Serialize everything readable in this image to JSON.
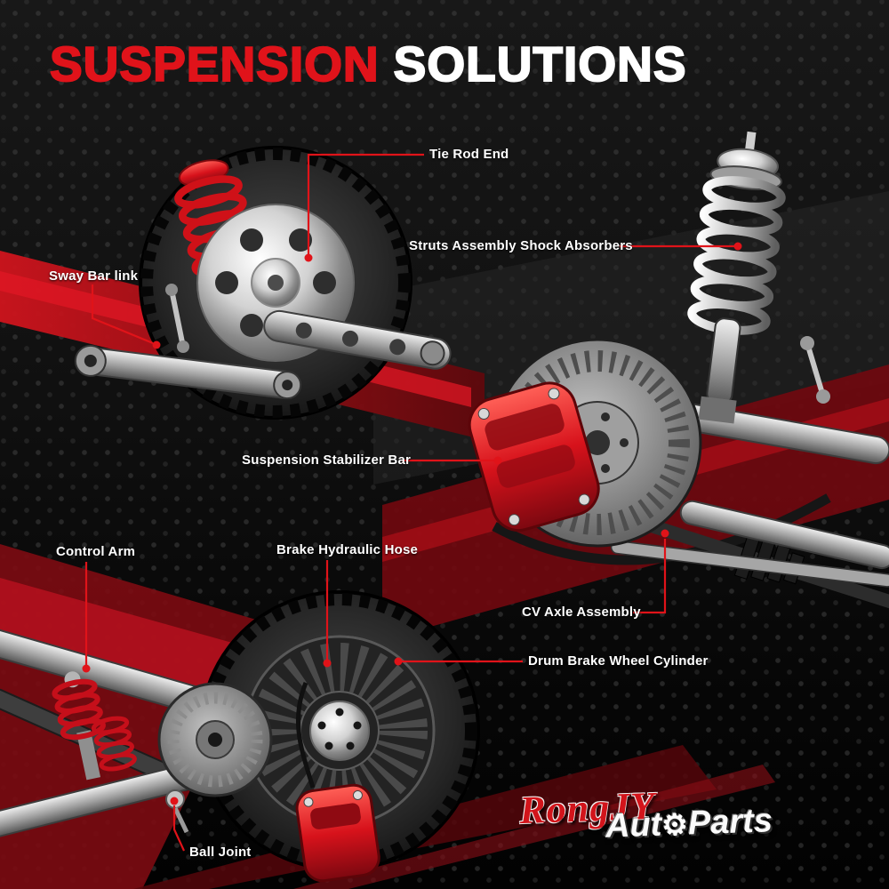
{
  "title": {
    "word1": "SUSPENSION",
    "word2": "SOLUTIONS"
  },
  "callouts": {
    "tie_rod_end": {
      "label": "Tie Rod End"
    },
    "struts_assembly": {
      "label": "Struts Assembly Shock Absorbers"
    },
    "sway_bar_link": {
      "label": "Sway Bar link"
    },
    "stabilizer_bar": {
      "label": "Suspension Stabilizer Bar"
    },
    "control_arm": {
      "label": "Control Arm"
    },
    "brake_hose": {
      "label": "Brake Hydraulic Hose"
    },
    "cv_axle": {
      "label": "CV Axle Assembly"
    },
    "drum_brake_cylinder": {
      "label": "Drum Brake Wheel Cylinder"
    },
    "ball_joint": {
      "label": "Ball Joint"
    }
  },
  "brand": {
    "script": "RongJY",
    "prefix": "Aut",
    "gear": "⚙",
    "suffix": "Parts"
  },
  "colors": {
    "accent_red": "#e0131a",
    "band_red_dark": "#6e0a0f",
    "background": "#0d0d0d",
    "label_text": "#ffffff",
    "metal_silver": "#a8a8a8"
  }
}
